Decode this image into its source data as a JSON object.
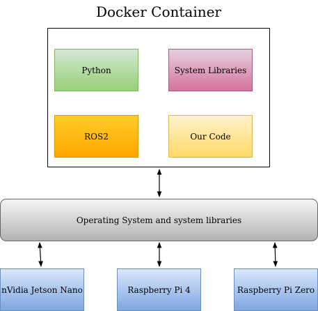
{
  "title": "Docker Container",
  "container": {
    "python": "Python",
    "system_libraries": "System Libraries",
    "ros2": "ROS2",
    "our_code": "Our Code"
  },
  "os_layer": "Operating System and system libraries",
  "hardware": {
    "jetson": "nVidia Jetson Nano",
    "rpi4": "Raspberry Pi 4",
    "rpi_zero": "Raspberry Pi Zero"
  },
  "colors": {
    "line": "#000000"
  }
}
